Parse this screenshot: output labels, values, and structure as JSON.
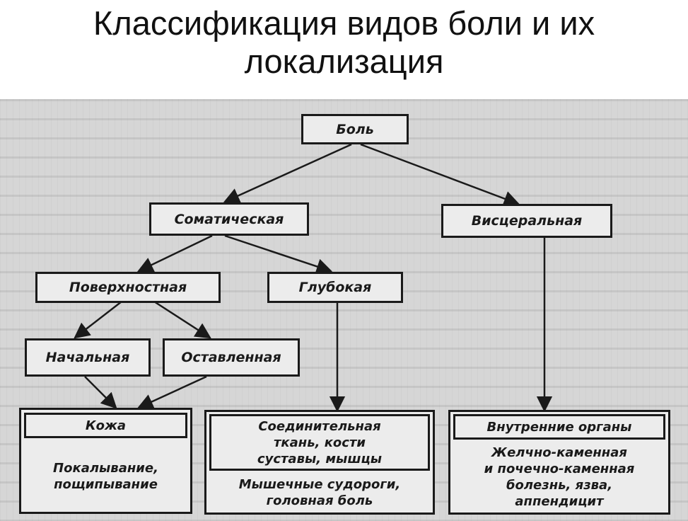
{
  "title": "Классификация видов боли и их локализация",
  "nodes": {
    "pain": "Боль",
    "somatic": "Соматическая",
    "visceral": "Висцеральная",
    "superficial": "Поверхностная",
    "deep": "Глубокая",
    "initial": "Начальная",
    "residual": "Оставленная"
  },
  "localization": {
    "skin": {
      "label": "Кожа",
      "sensation": "Покалывание,\nпощипывание"
    },
    "connective": {
      "label": "Соединительная\nткань, кости\nсуставы, мышцы",
      "sensation": "Мышечные судороги,\nголовная боль"
    },
    "internal": {
      "label": "Внутренние органы",
      "sensation": "Желчно-каменная\nи почечно-каменная\nболезнь, язва,\nаппендицит"
    }
  }
}
